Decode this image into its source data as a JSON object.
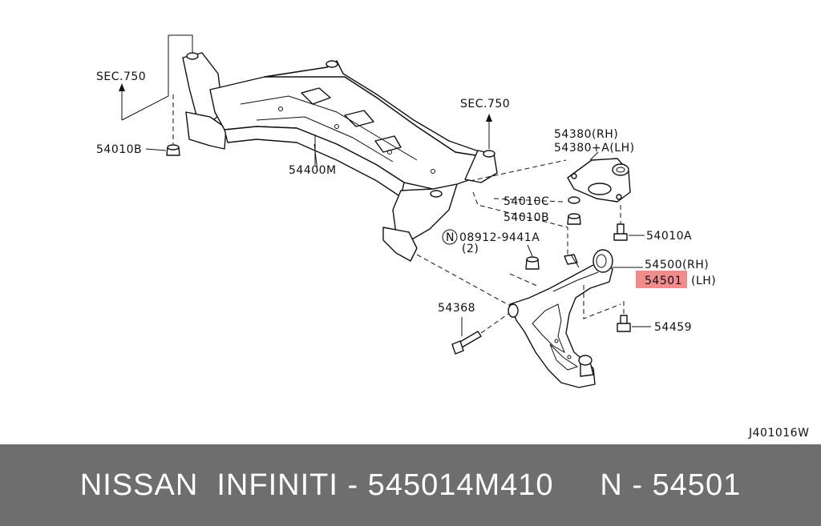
{
  "labels": {
    "sec750_left": "SEC.750",
    "sec750_right": "SEC.750",
    "nut_54010b_left": "54010B",
    "crossmember": "54400M",
    "bracket_rh": "54380(RH)",
    "bracket_lh": "54380+A(LH)",
    "nut_54010c": "54010C",
    "nut_54010b_right": "54010B",
    "bolt_54010a": "54010A",
    "nut_circle_letter": "N",
    "nut_08912": "08912-9441A",
    "nut_08912_qty": "(2)",
    "arm_rh": "54500(RH)",
    "arm_lh_number": "54501",
    "arm_lh_side": "(LH)",
    "bolt_54368": "54368",
    "bolt_54459": "54459",
    "drawing_code": "J401016W"
  },
  "highlight_color": "#f28b8b",
  "footer": {
    "text": "NISSAN  INFINITI - 545014M410     N - 54501"
  }
}
